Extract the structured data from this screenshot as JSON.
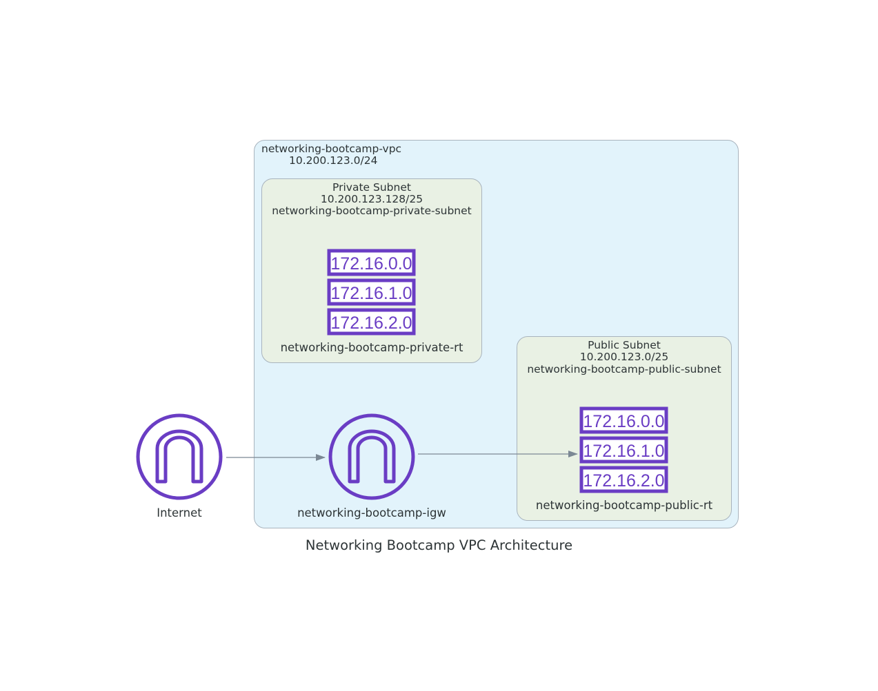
{
  "diagram": {
    "title": "Networking Bootcamp VPC Architecture",
    "colors": {
      "vpc_fill": "#e2f3fb",
      "subnet_fill": "#e9f1e4",
      "border": "#a8b3bd",
      "icon_purple": "#6a3dc4",
      "edge": "#7b8894",
      "text": "#2d3436"
    },
    "vpc": {
      "name": "networking-bootcamp-vpc",
      "cidr": "10.200.123.0/24"
    },
    "private_subnet": {
      "title": "Private Subnet",
      "cidr": "10.200.123.128/25",
      "name": "networking-bootcamp-private-subnet",
      "route_table": {
        "label": "networking-bootcamp-private-rt",
        "icon": "route-table-icon",
        "routes": [
          "172.16.0.0",
          "172.16.1.0",
          "172.16.2.0"
        ]
      }
    },
    "public_subnet": {
      "title": "Public Subnet",
      "cidr": "10.200.123.0/25",
      "name": "networking-bootcamp-public-subnet",
      "route_table": {
        "label": "networking-bootcamp-public-rt",
        "icon": "route-table-icon",
        "routes": [
          "172.16.0.0",
          "172.16.1.0",
          "172.16.2.0"
        ]
      }
    },
    "internet": {
      "label": "Internet",
      "icon": "internet-gateway-icon"
    },
    "igw": {
      "label": "networking-bootcamp-igw",
      "icon": "internet-gateway-icon"
    },
    "edges": [
      {
        "from": "Internet",
        "to": "networking-bootcamp-igw"
      },
      {
        "from": "networking-bootcamp-igw",
        "to": "networking-bootcamp-public-rt"
      }
    ]
  }
}
